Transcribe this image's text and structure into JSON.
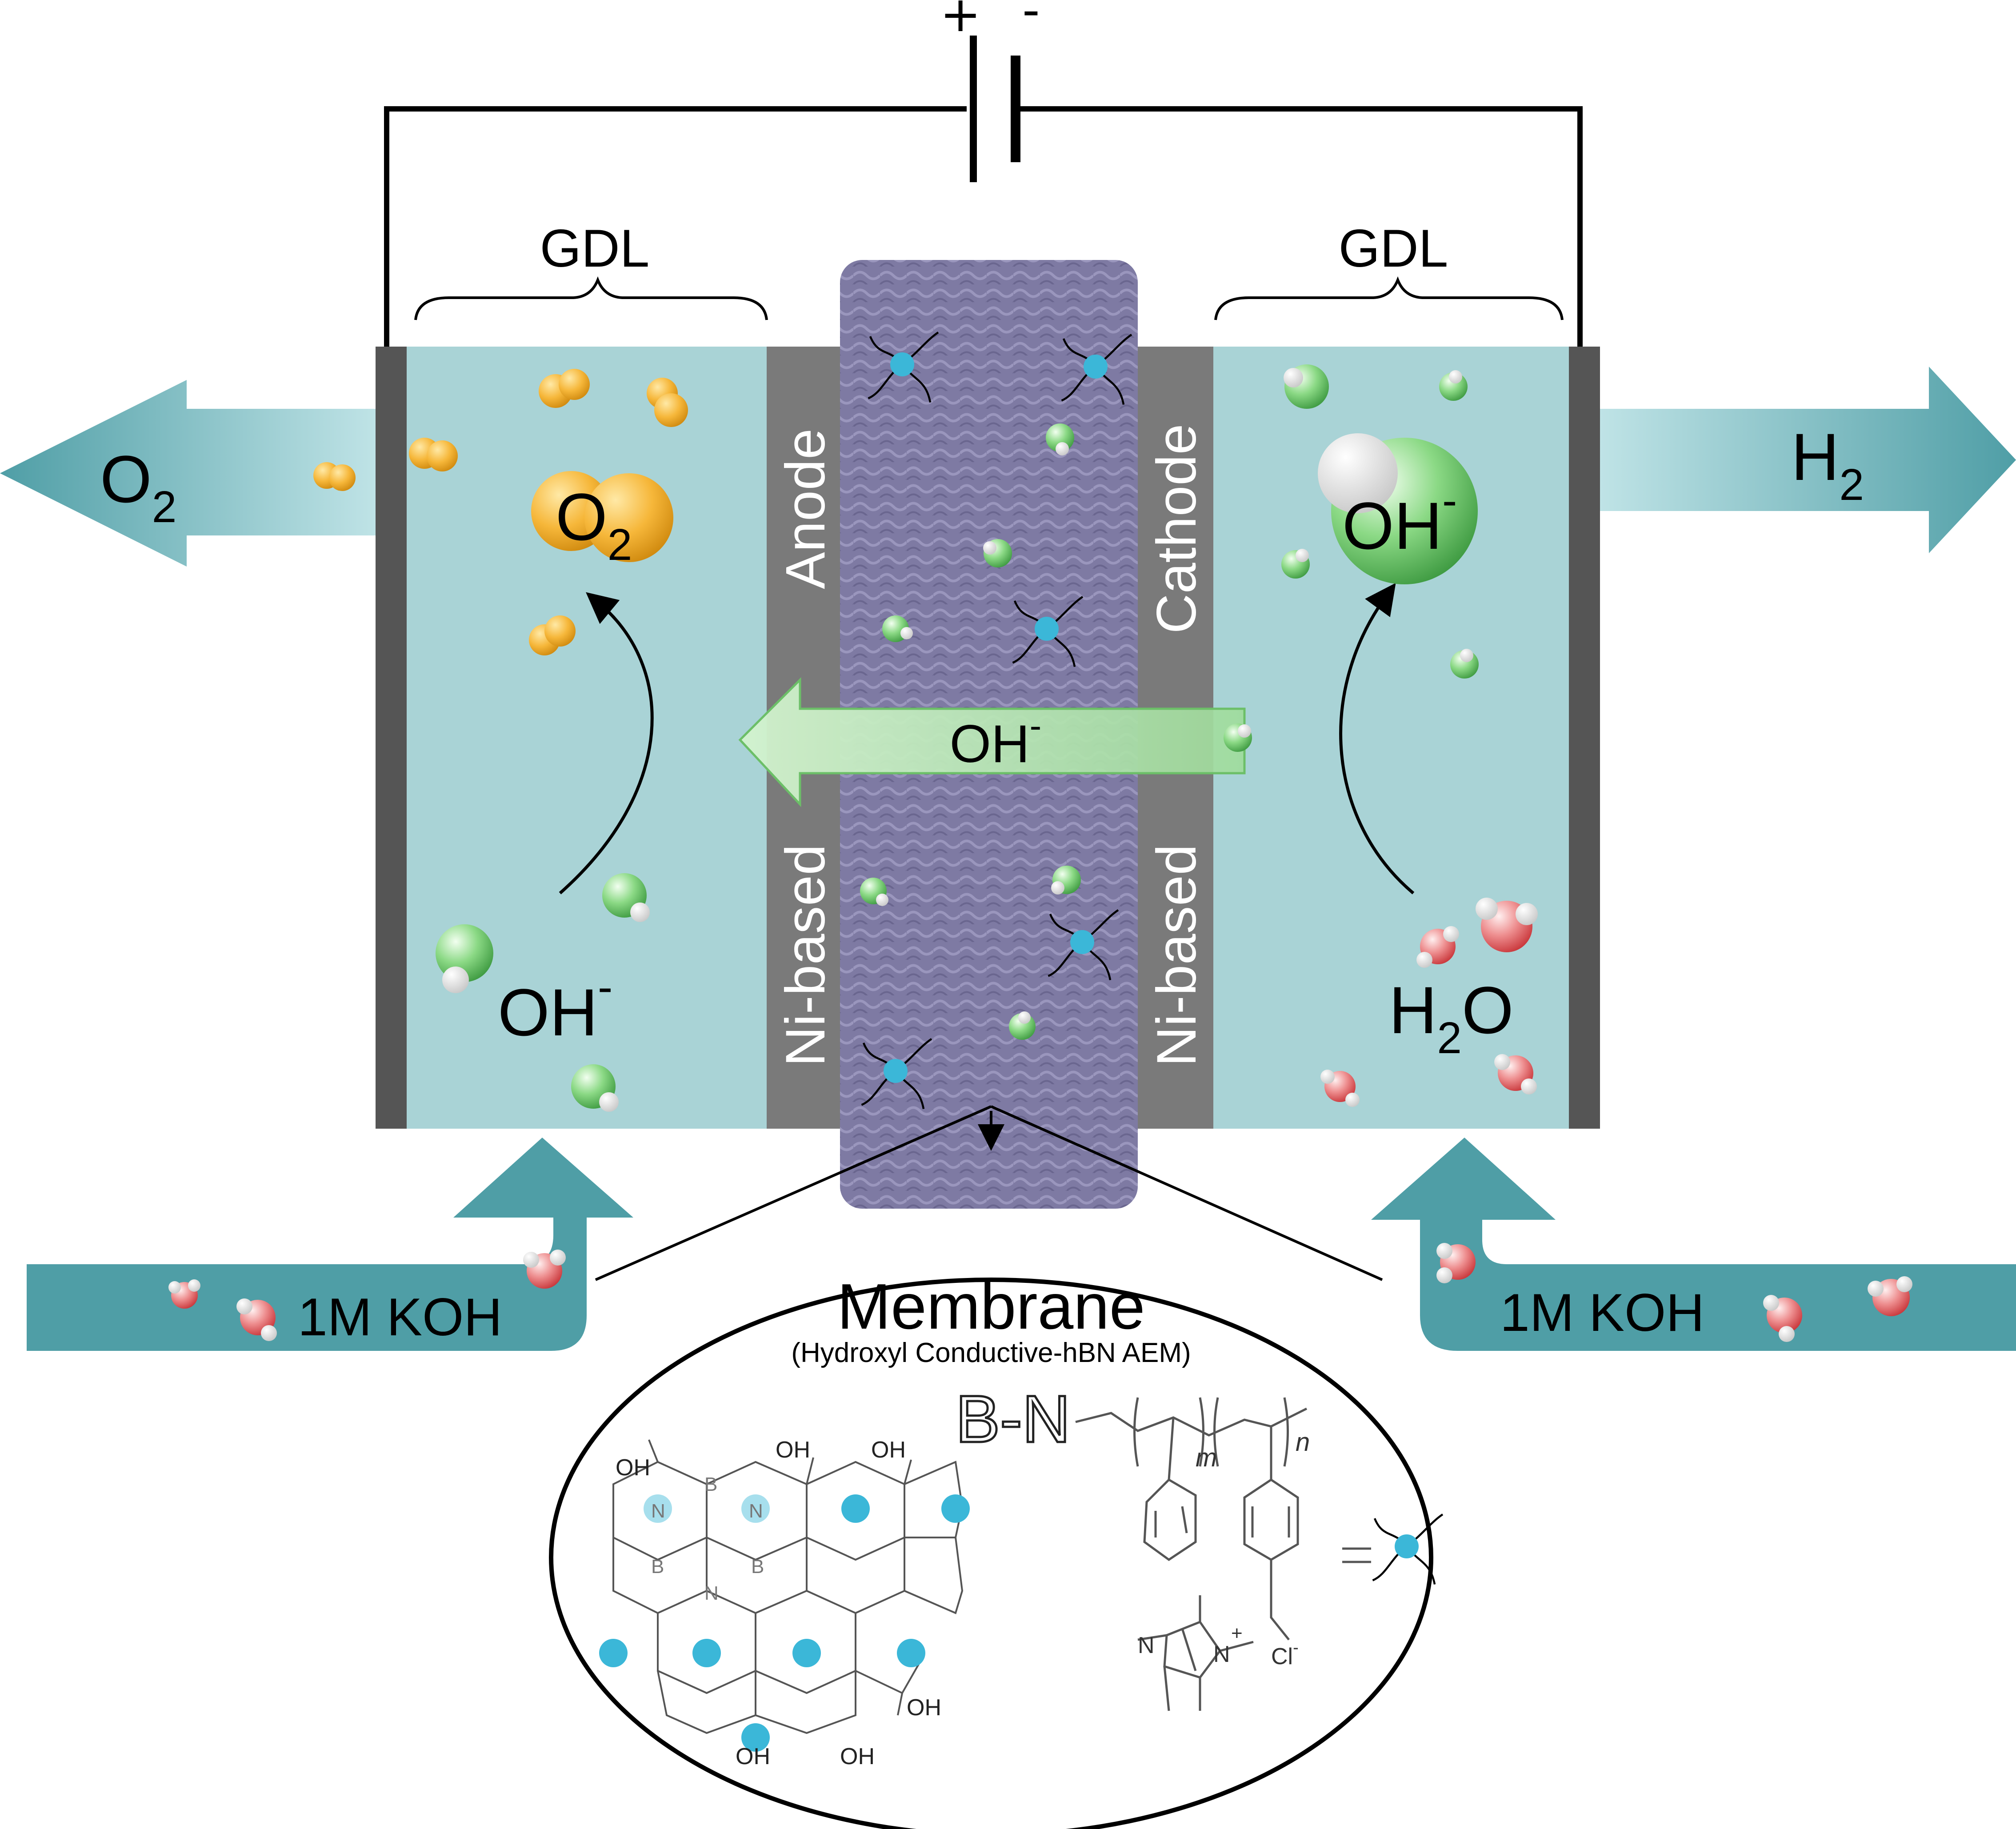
{
  "battery": {
    "plus": "+",
    "minus": "-"
  },
  "labels": {
    "gdl_left": "GDL",
    "gdl_right": "GDL",
    "anode": "Anode",
    "cathode": "Cathode",
    "ni_based_left": "Ni-based",
    "ni_based_right": "Ni-based"
  },
  "outputs": {
    "o2_base": "O",
    "o2_sub": "2",
    "h2_base": "H",
    "h2_sub": "2"
  },
  "species": {
    "o2_bubble_base": "O",
    "o2_bubble_sub": "2",
    "oh_cathode_base": "OH",
    "oh_cathode_sup": "-",
    "oh_anode_base": "OH",
    "oh_anode_sup": "-",
    "h2o_base": "H",
    "h2o_sub": "2",
    "h2o_tail": "O",
    "oh_transport_base": "OH",
    "oh_transport_sup": "-"
  },
  "inputs": {
    "koh_left": "1M KOH",
    "koh_right": "1M KOH"
  },
  "membrane": {
    "title": "Membrane",
    "subtitle": "(Hydroxyl Conductive-hBN AEM)"
  },
  "chemistry": {
    "bn_label": "B-N",
    "hbn_atoms": {
      "oh_top_1": "OH",
      "oh_top_2": "OH",
      "oh_top_3": "OH",
      "n1": "N",
      "b1": "B",
      "n2": "N",
      "b2": "B",
      "b3": "B",
      "n3": "N",
      "oh_right": "OH",
      "oh_bottom_1": "OH",
      "oh_bottom_2": "OH"
    },
    "subscript_m": "m",
    "subscript_n": "n",
    "imidazolium_N1": "N",
    "imidazolium_N2": "N",
    "plus": "+",
    "chloride": "Cl",
    "chloride_charge": "-",
    "equals": "="
  },
  "colors": {
    "electrolyte": "#a9d3d6",
    "electrode": "#7a7a7a",
    "plate": "#555555",
    "membrane": "#7e7aa3",
    "flow_arrow": "#4f9ea6",
    "oh_transport": "#b8e6b4",
    "oxygen": "#f4b43a",
    "hydroxide": "#7cce7c",
    "water": "#e35b5e",
    "ionic_site": "#3bb7d8"
  }
}
